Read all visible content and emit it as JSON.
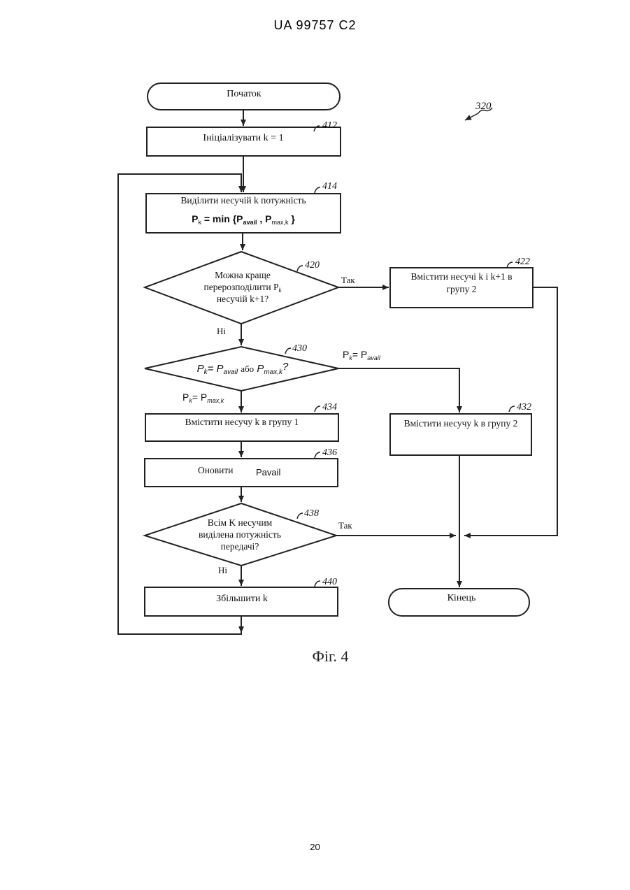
{
  "header": {
    "doc_id": "UA   99757   C2"
  },
  "footer": {
    "page_number": "20"
  },
  "figure": {
    "caption": "Фіг. 4",
    "ref_label": "320",
    "nodes": {
      "start": {
        "label": "Початок"
      },
      "n412": {
        "ref": "412",
        "label": "Ініціалізувати k = 1"
      },
      "n414": {
        "ref": "414",
        "line1": "Виділити несучій k потужність",
        "formula_main": "P",
        "formula_sub": "k",
        "formula_rest": " = min {P",
        "formula_sub2": "avail",
        "formula_mid": " , P",
        "formula_sub3": "max,k",
        "formula_end": " }"
      },
      "n420": {
        "ref": "420",
        "line1": "Можна краще",
        "line2": "перерозподілити P",
        "line2_sub": "k",
        "line3": "несучій k+1?"
      },
      "n422": {
        "ref": "422",
        "line1": "Вмістити несучі k і k+1 в",
        "line2": "групу 2"
      },
      "n430": {
        "ref": "430",
        "p": "P",
        "sub_k": "k",
        "eq": "= P",
        "sub_avail": "avail",
        "or": "або",
        "p2": "P",
        "sub_max": "max,k",
        "q": "?"
      },
      "n432": {
        "ref": "432",
        "label": "Вмістити несучу k в групу 2"
      },
      "n434": {
        "ref": "434",
        "label": "Вмістити несучу k в групу 1"
      },
      "n436": {
        "ref": "436",
        "label": "Оновити",
        "var": "Pavail"
      },
      "n438": {
        "ref": "438",
        "line1": "Всім K несучим",
        "line2": "виділена потужність",
        "line3": "передачі?"
      },
      "n440": {
        "ref": "440",
        "label": "Збільшити k"
      },
      "end": {
        "label": "Кінець"
      }
    },
    "edges": {
      "yes_420": "Так",
      "no_420": "Ні",
      "right_430_p": "P",
      "right_430_sub_k": "k",
      "right_430_eq": "= P",
      "right_430_sub": "avail",
      "down_430_p": "P",
      "down_430_sub_k": "k",
      "down_430_eq": "= P",
      "down_430_sub": "max,k",
      "yes_438": "Так",
      "no_438": "Ні"
    }
  }
}
